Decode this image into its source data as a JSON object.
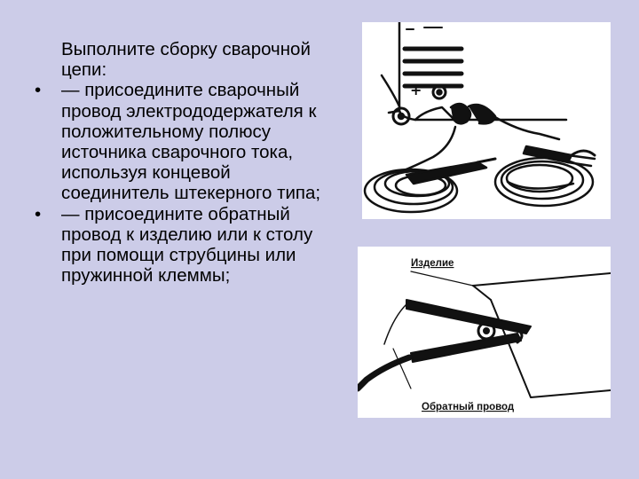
{
  "intro": "Выполните сборку сварочной цепи:",
  "bullets": [
    {
      "marker": "•",
      "text": "— присоедините сварочный провод электрододержателя к положительному полюсу источника сварочного тока, используя концевой соединитель штекерного типа;"
    },
    {
      "marker": "•",
      "text": "— присоедините обратный провод к изделию или к столу при помощи струбцины или пружинной клеммы;"
    }
  ],
  "figure_top": {
    "plus_sign": "+",
    "icon": "welding-machine-with-cables-illustration"
  },
  "figure_bottom": {
    "label_workpiece": "Изделие",
    "label_return_cable": "Обратный провод",
    "icon": "ground-clamp-on-workpiece-illustration"
  }
}
